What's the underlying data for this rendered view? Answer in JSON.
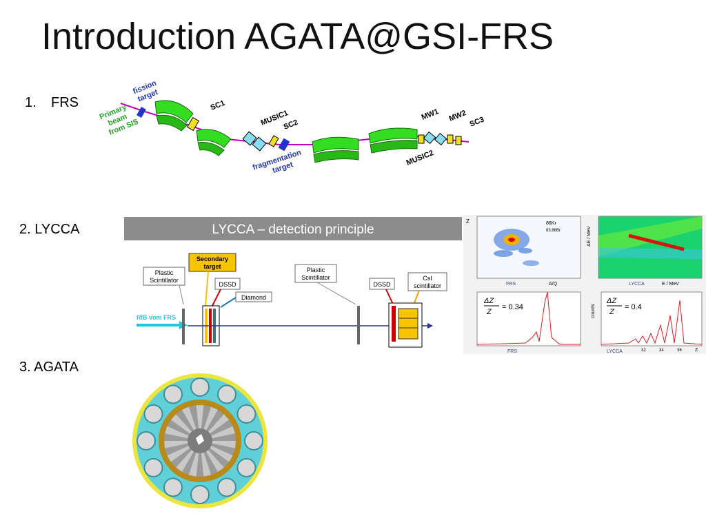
{
  "slide": {
    "title": "Introduction AGATA@GSI-FRS",
    "sections": [
      {
        "number": "1.",
        "label": "FRS"
      },
      {
        "label": "2. LYCCA"
      },
      {
        "label": "3. AGATA"
      }
    ]
  },
  "frs": {
    "primary_beam": [
      "Primary",
      "beam",
      "from SIS"
    ],
    "fission_target": [
      "fission",
      "target"
    ],
    "fragmentation_target": [
      "fragmentation",
      "target"
    ],
    "SC1": "SC1",
    "MUSIC1": "MUSIC1",
    "SC2": "SC2",
    "MW1": "MW1",
    "MW2": "MW2",
    "SC3": "SC3",
    "MUSIC2": "MUSIC2"
  },
  "lycca": {
    "banner": "LYCCA – detection principle",
    "plastic_scintillator_1": [
      "Plastic",
      "Scintillator"
    ],
    "secondary_target": [
      "Secondary",
      "target"
    ],
    "dssd_1": "DSSD",
    "diamond": "Diamond",
    "rib": "RIB vom FRS",
    "plastic_scintillator_2": [
      "Plastic",
      "Scintillator"
    ],
    "dssd_2": "DSSD",
    "csi": [
      "CsI",
      "scintillator"
    ]
  },
  "plots": {
    "top_left": {
      "ylabel": "Z",
      "isotope_1": "86Kr",
      "isotope_2": "83,86Br",
      "source": "FRS",
      "xlabel": "A/Q"
    },
    "top_right": {
      "ylabel": "ΔE / MeV",
      "source": "LYCCA",
      "xlabel": "E / MeV"
    },
    "bottom_left": {
      "resolution": "= 0.34",
      "source": "FRS"
    },
    "bottom_right": {
      "ylabel": "counts",
      "resolution": "= 0.4",
      "source": "LYCCA",
      "ticks": [
        "32",
        "34",
        "36"
      ],
      "xlabel": "Z"
    },
    "fraction_num": "ΔZ",
    "fraction_den": "Z"
  },
  "agata": {
    "caption": ""
  }
}
